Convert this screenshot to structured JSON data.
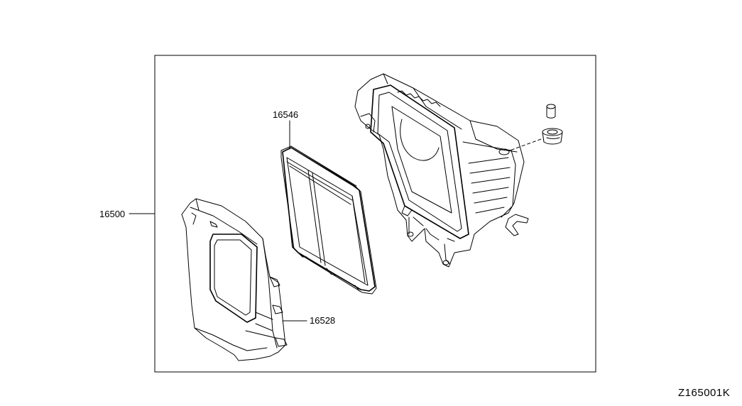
{
  "diagram": {
    "reference_code": "Z165001K",
    "parts": [
      {
        "id": "air-cleaner-assy",
        "number": "16500"
      },
      {
        "id": "air-filter-element",
        "number": "16546"
      },
      {
        "id": "air-cleaner-cover",
        "number": "16528"
      }
    ]
  }
}
